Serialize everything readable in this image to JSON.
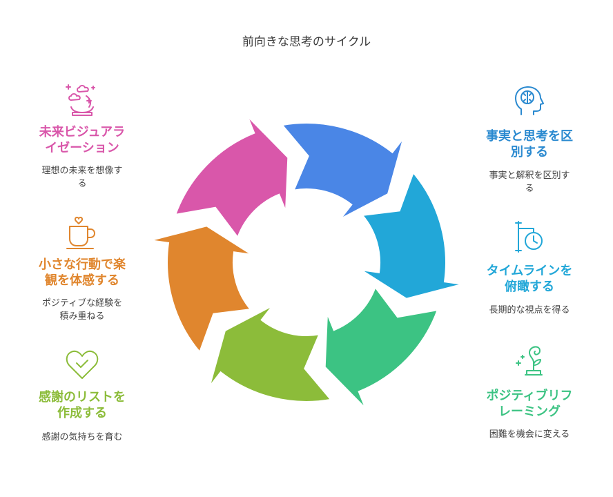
{
  "title": "前向きな思考のサイクル",
  "colors": {
    "blue": "#4a86e6",
    "cyan": "#22a7d8",
    "green": "#3cc383",
    "lime": "#8cbc3a",
    "orange": "#e0862e",
    "pink": "#d957aa"
  },
  "steps": [
    {
      "heading_l1": "事実と思考を区",
      "heading_l2": "別する",
      "desc_l1": "事実と解釈を区別す",
      "desc_l2": "る",
      "icon": "head-brain-icon",
      "color": "#2b8ad0"
    },
    {
      "heading_l1": "タイムラインを",
      "heading_l2": "俯瞰する",
      "desc_l1": "長期的な視点を得る",
      "desc_l2": "",
      "icon": "timeline-clock-icon",
      "color": "#22a7d8"
    },
    {
      "heading_l1": "ポジティブリフ",
      "heading_l2": "レーミング",
      "desc_l1": "困難を機会に変える",
      "desc_l2": "",
      "icon": "plant-sparkle-icon",
      "color": "#3cc383"
    },
    {
      "heading_l1": "感謝のリストを",
      "heading_l2": "作成する",
      "desc_l1": "感謝の気持ちを育む",
      "desc_l2": "",
      "icon": "heart-check-icon",
      "color": "#8cbc3a"
    },
    {
      "heading_l1": "小さな行動で楽",
      "heading_l2": "観を体感する",
      "desc_l1": "ポジティブな経験を",
      "desc_l2": "積み重ねる",
      "icon": "coffee-cup-icon",
      "color": "#e0862e"
    },
    {
      "heading_l1": "未来ビジュアラ",
      "heading_l2": "イゼーション",
      "desc_l1": "理想の未来を想像す",
      "desc_l2": "る",
      "icon": "crystal-ball-icon",
      "color": "#d957aa"
    }
  ]
}
